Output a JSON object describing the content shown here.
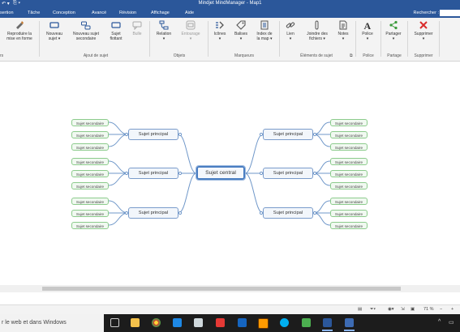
{
  "window": {
    "title": "Mindjet MindManager - Map1",
    "qat_icons": [
      "undo-icon",
      "layout-icon"
    ]
  },
  "menu": {
    "tabs": [
      "sertion",
      "Tâche",
      "Conception",
      "Avancé",
      "Révision",
      "Affichage",
      "Aide"
    ],
    "search_label": "Rechercher :"
  },
  "ribbon": {
    "buttons": {
      "reproduire": "Reproduire la\nmise en forme",
      "nouveau_sujet": "Nouveau\nsujet ▾",
      "nouveau_sous": "Nouveau sujet\nsecondaire",
      "flottant": "Sujet\nflottant",
      "bulle": "Bulle",
      "relation": "Relation\n▾",
      "entourage": "Entourage\n▾",
      "icones": "Icônes\n▾",
      "balises": "Balises\n▾",
      "index": "Index de\nla map ▾",
      "lien": "Lien\n▾",
      "joindre": "Joindre des\nfichiers ▾",
      "notes": "Notes\n▾",
      "police": "Police\n▾",
      "partager": "Partager\n▾",
      "supprimer": "Supprimer\n▾"
    },
    "groups": {
      "left_partial": "rs",
      "ajout": "Ajout de sujet",
      "objets": "Objets",
      "marqueurs": "Marqueurs",
      "elements": "Éléments de sujet",
      "police": "Police",
      "partage": "Partage",
      "supprimer": "Supprimer"
    }
  },
  "map": {
    "central": "Sujet central",
    "main_label": "Sujet principal",
    "secondary_label": "Sujet secondaire"
  },
  "statusbar": {
    "zoom": "71 %"
  },
  "taskbar": {
    "search_text": "r le web et dans Windows"
  },
  "colors": {
    "titlebar": "#2b579a",
    "node_main_border": "#7a9ccb",
    "node_secondary_border": "#8ccb8c",
    "connector": "#6f97c9"
  }
}
